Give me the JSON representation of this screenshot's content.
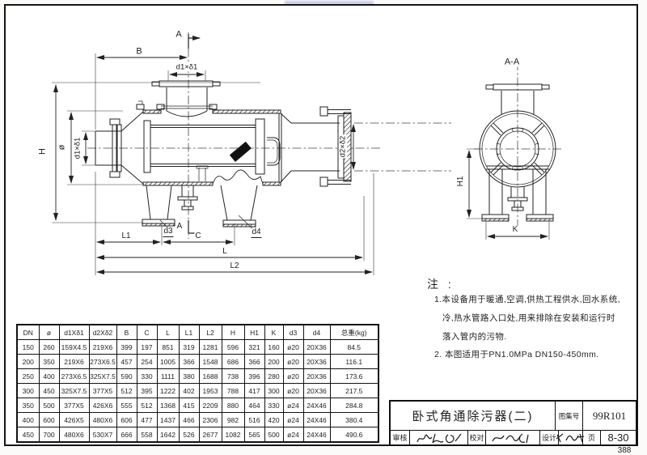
{
  "colors": {
    "line": "#1f1f1f",
    "watermark": "#8fa3d9"
  },
  "page": {
    "book_page_number": "388"
  },
  "title_block": {
    "title": "卧式角通除污器(二)",
    "atlas_label": "图集号",
    "atlas_no": "99R101",
    "page_label": "页",
    "page_no": "8-30",
    "review_label": "审核",
    "check_label": "校对",
    "design_label": "设计"
  },
  "notes": {
    "heading": "注 :",
    "line1": "1.本设备用于暖通,空调,供热工程供水,回水系统,",
    "line2": "冷,热水管路入口处,用来排除在安装和运行时",
    "line3": "落入管内的污物.",
    "line4": "2. 本图适用于PN1.0MPa  DN150-450mm."
  },
  "drawing": {
    "labels": {
      "section_top": "A",
      "section_bottom": "A",
      "section_view": "A-A",
      "dim_B": "B",
      "dim_H": "H",
      "dim_phi": "ø",
      "dim_d1_left": "d1×δ1",
      "dim_d1_top": "d1×δ1",
      "dim_d2": "d2×δ2",
      "dim_L1": "L1",
      "dim_C": "C",
      "dim_L": "L",
      "dim_L2": "L2",
      "dim_d3": "d3",
      "dim_d4": "d4",
      "dim_H1": "H1",
      "dim_K": "K"
    }
  },
  "table": {
    "headers": [
      "DN",
      "ø",
      "d1Xδ1",
      "d2Xδ2",
      "B",
      "C",
      "L",
      "L1",
      "L2",
      "H",
      "H1",
      "K",
      "d3",
      "d4",
      "总重(kg)"
    ],
    "rows": [
      [
        "150",
        "260",
        "159X4.5",
        "219X6",
        "399",
        "197",
        "851",
        "319",
        "1281",
        "596",
        "321",
        "160",
        "ø20",
        "20X36",
        "84.5"
      ],
      [
        "200",
        "350",
        "219X6",
        "273X6.5",
        "457",
        "254",
        "1005",
        "366",
        "1548",
        "686",
        "366",
        "200",
        "ø20",
        "20X36",
        "116.1"
      ],
      [
        "250",
        "400",
        "273X6.5",
        "325X7.5",
        "590",
        "330",
        "1111",
        "380",
        "1688",
        "738",
        "396",
        "280",
        "ø20",
        "20X36",
        "173.6"
      ],
      [
        "300",
        "450",
        "325X7.5",
        "377X5",
        "512",
        "395",
        "1222",
        "402",
        "1953",
        "788",
        "417",
        "300",
        "ø20",
        "20X36",
        "217.5"
      ],
      [
        "350",
        "500",
        "377X5",
        "426X6",
        "555",
        "512",
        "1368",
        "415",
        "2209",
        "880",
        "464",
        "330",
        "ø24",
        "24X46",
        "284.8"
      ],
      [
        "400",
        "600",
        "426X5",
        "480X6",
        "606",
        "477",
        "1437",
        "466",
        "2306",
        "982",
        "516",
        "420",
        "ø24",
        "24X46",
        "380.4"
      ],
      [
        "450",
        "700",
        "480X6",
        "530X7",
        "666",
        "558",
        "1642",
        "526",
        "2677",
        "1082",
        "565",
        "500",
        "ø24",
        "24X46",
        "490.6"
      ]
    ]
  }
}
